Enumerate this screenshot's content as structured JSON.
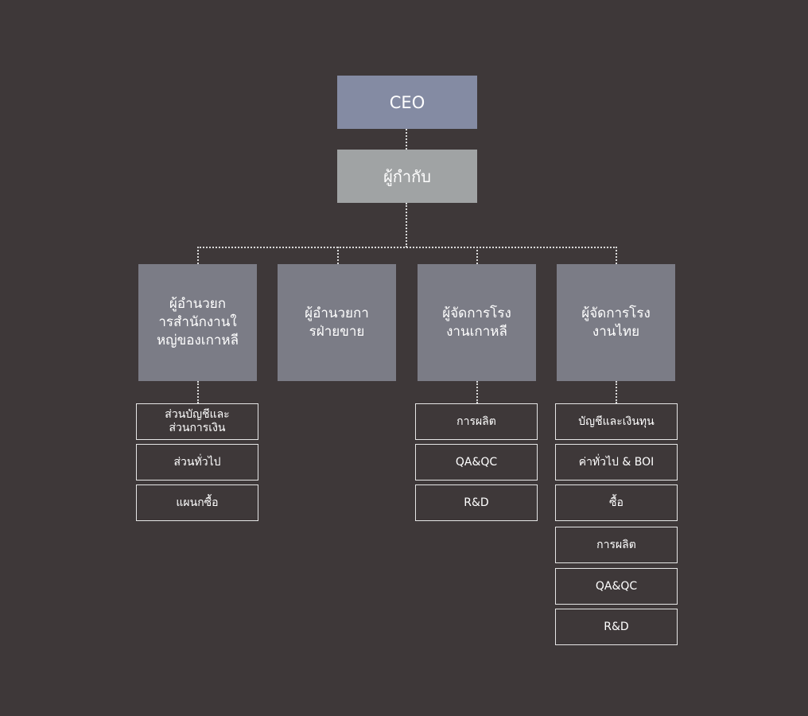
{
  "ceo": {
    "label": "CEO"
  },
  "supervisor": {
    "label": "ผู้กำกับ"
  },
  "managers": [
    {
      "label": "ผู้อำนวยก\nารสำนักงานใ\nหญ่ของเกาหลี"
    },
    {
      "label": "ผู้อำนวยกา\nรฝ่ายขาย"
    },
    {
      "label": "ผู้จัดการโรง\nงานเกาหลี"
    },
    {
      "label": "ผู้จัดการโรง\nงานไทย"
    }
  ],
  "hq_departments": [
    {
      "label": "ส่วนบัญชีและ\nส่วนการเงิน"
    },
    {
      "label": "ส่วนทั่วไป"
    },
    {
      "label": "แผนกซื้อ"
    }
  ],
  "korea_factory_departments": [
    {
      "label": "การผลิต"
    },
    {
      "label": "QA&QC"
    },
    {
      "label": "R&D"
    }
  ],
  "thai_factory_departments": [
    {
      "label": "บัญชีและเงินทุน"
    },
    {
      "label": "ค่าทั่วไป & BOI"
    },
    {
      "label": "ซื้อ"
    },
    {
      "label": "การผลิต"
    },
    {
      "label": "QA&QC"
    },
    {
      "label": "R&D"
    }
  ]
}
